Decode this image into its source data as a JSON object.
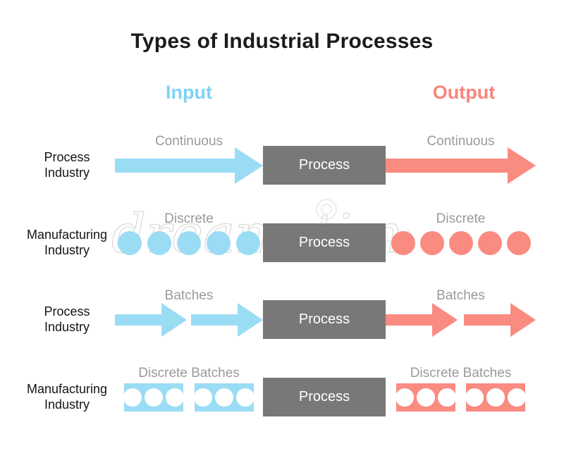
{
  "title": "Types of Industrial Processes",
  "headers": {
    "input": "Input",
    "output": "Output"
  },
  "process_label": "Process",
  "watermark": {
    "text": "dreamstime"
  },
  "rows": [
    {
      "industry_line1": "Process",
      "industry_line2": "Industry",
      "input_label": "Continuous",
      "output_label": "Continuous"
    },
    {
      "industry_line1": "Manufacturing",
      "industry_line2": "Industry",
      "input_label": "Discrete",
      "output_label": "Discrete"
    },
    {
      "industry_line1": "Process",
      "industry_line2": "Industry",
      "input_label": "Batches",
      "output_label": "Batches"
    },
    {
      "industry_line1": "Manufacturing",
      "industry_line2": "Industry",
      "input_label": "Discrete Batches",
      "output_label": "Discrete Batches"
    }
  ],
  "colors": {
    "input_blue": "#9bdcf5",
    "input_header_blue": "#7fd2f2",
    "output_red": "#fa8b81",
    "output_header_red": "#f9857c",
    "process_box_gray": "#787878",
    "caption_gray": "#9a9a9a",
    "title_black": "#1b1b1b"
  }
}
